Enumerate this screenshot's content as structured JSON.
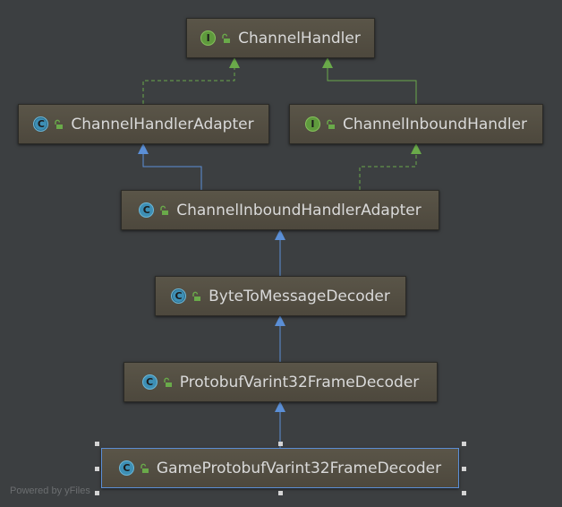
{
  "diagram": {
    "nodes": [
      {
        "id": "ChannelHandler",
        "label": "ChannelHandler",
        "kind": "interface",
        "icon_letter": "I"
      },
      {
        "id": "ChannelHandlerAdapter",
        "label": "ChannelHandlerAdapter",
        "kind": "abstract-class",
        "icon_letter": "C"
      },
      {
        "id": "ChannelInboundHandler",
        "label": "ChannelInboundHandler",
        "kind": "interface",
        "icon_letter": "I"
      },
      {
        "id": "ChannelInboundHandlerAdapter",
        "label": "ChannelInboundHandlerAdapter",
        "kind": "class",
        "icon_letter": "C"
      },
      {
        "id": "ByteToMessageDecoder",
        "label": "ByteToMessageDecoder",
        "kind": "abstract-class",
        "icon_letter": "C"
      },
      {
        "id": "ProtobufVarint32FrameDecoder",
        "label": "ProtobufVarint32FrameDecoder",
        "kind": "class",
        "icon_letter": "C"
      },
      {
        "id": "GameProtobufVarint32FrameDecoder",
        "label": "GameProtobufVarint32FrameDecoder",
        "kind": "class",
        "icon_letter": "C",
        "selected": true
      }
    ],
    "edges": [
      {
        "from": "ChannelHandlerAdapter",
        "to": "ChannelHandler",
        "type": "implements"
      },
      {
        "from": "ChannelInboundHandler",
        "to": "ChannelHandler",
        "type": "extends-interface"
      },
      {
        "from": "ChannelInboundHandlerAdapter",
        "to": "ChannelHandlerAdapter",
        "type": "extends"
      },
      {
        "from": "ChannelInboundHandlerAdapter",
        "to": "ChannelInboundHandler",
        "type": "implements"
      },
      {
        "from": "ByteToMessageDecoder",
        "to": "ChannelInboundHandlerAdapter",
        "type": "extends"
      },
      {
        "from": "ProtobufVarint32FrameDecoder",
        "to": "ByteToMessageDecoder",
        "type": "extends"
      },
      {
        "from": "GameProtobufVarint32FrameDecoder",
        "to": "ProtobufVarint32FrameDecoder",
        "type": "extends"
      }
    ]
  },
  "colors": {
    "background": "#3c3f41",
    "extends_edge": "#5b8fd6",
    "implements_edge": "#6aaa4a",
    "interface_icon": "#5f9a3d",
    "class_icon": "#3d8fb5",
    "lock_icon": "#6aaa4a"
  },
  "watermark": "Powered by yFiles"
}
